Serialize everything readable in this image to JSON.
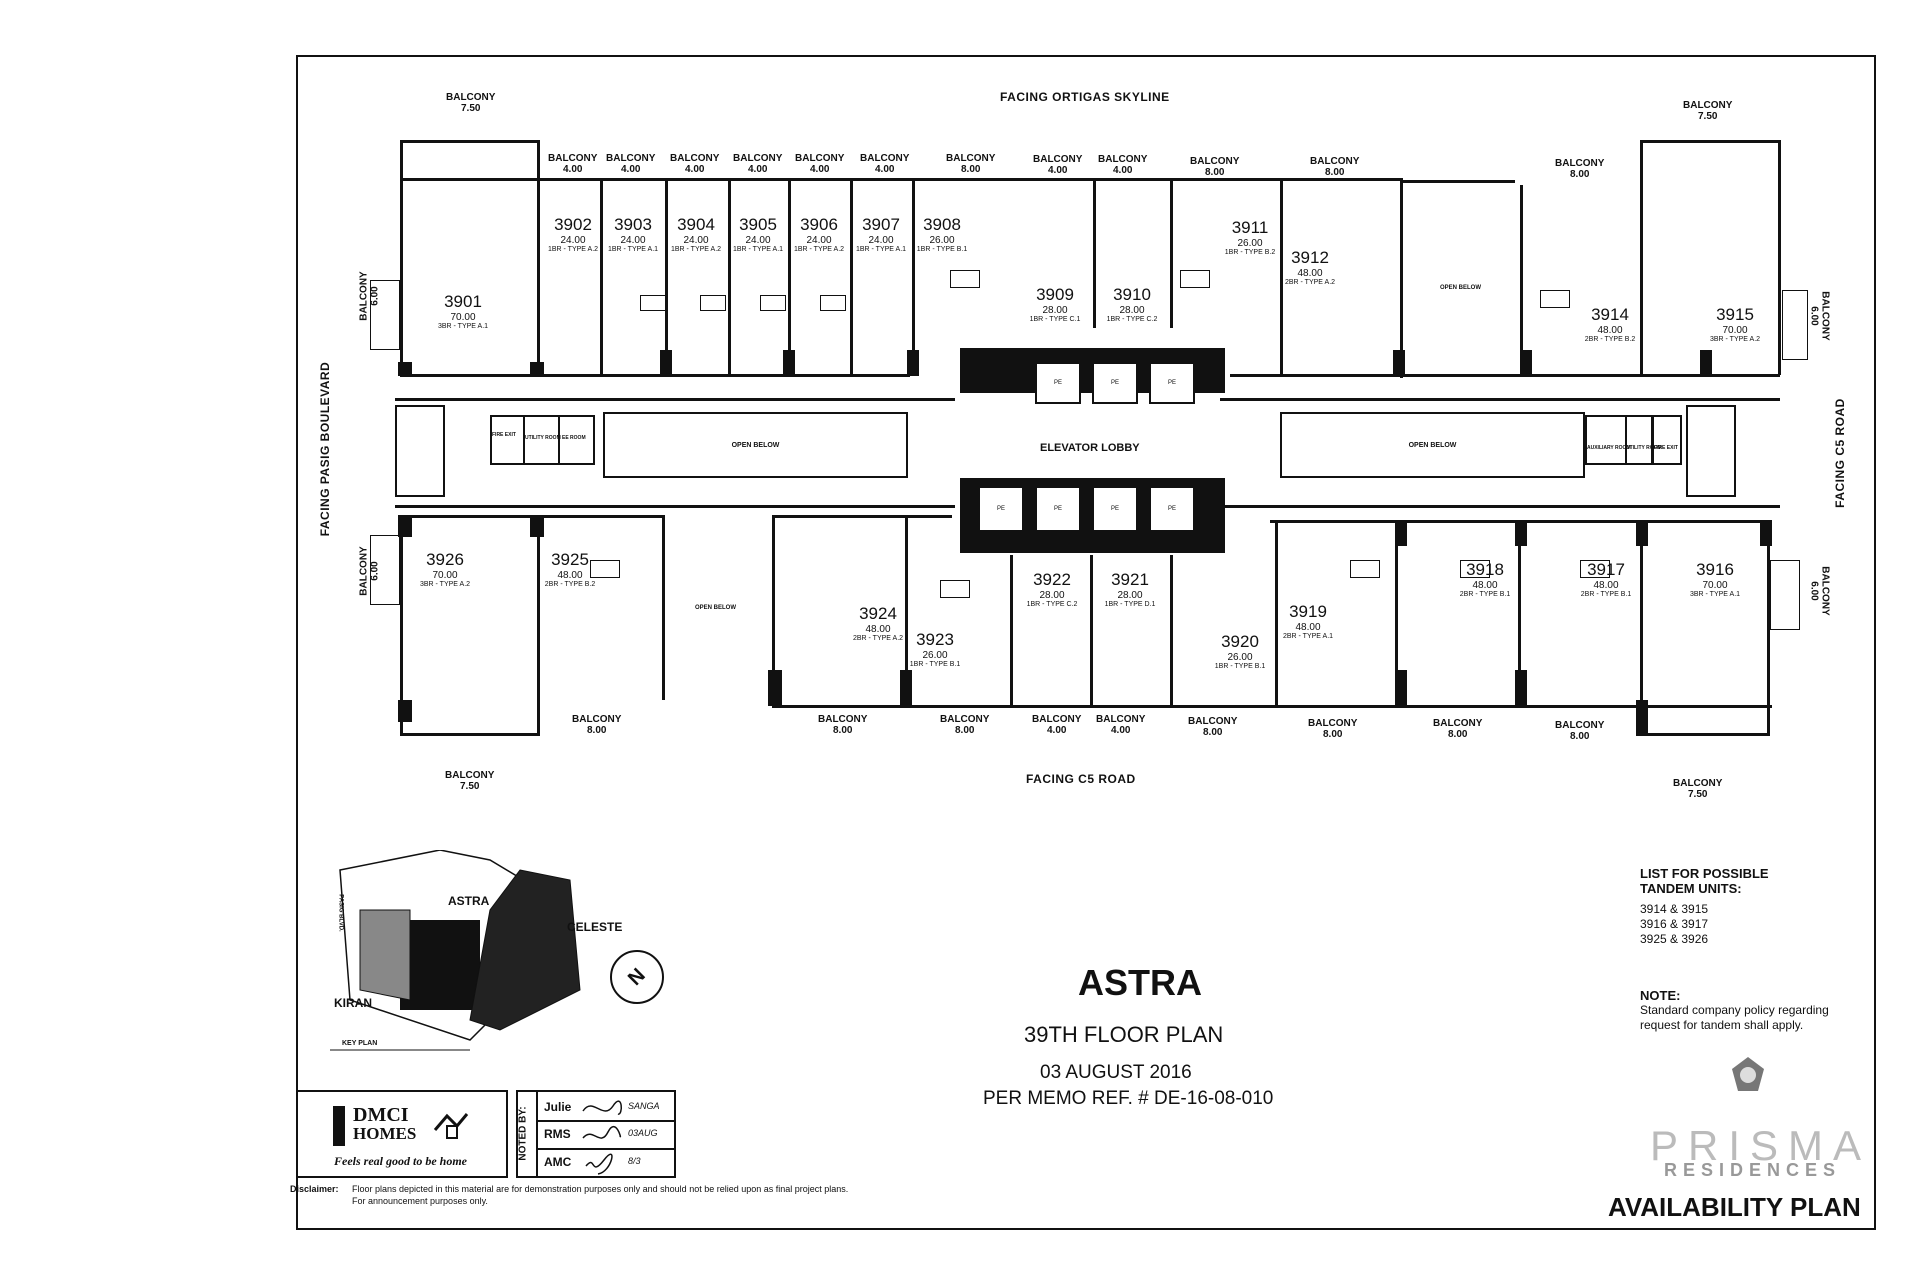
{
  "plan": {
    "facing_top": "FACING ORTIGAS SKYLINE",
    "facing_bottom": "FACING C5 ROAD",
    "facing_left": "FACING PASIG BOULEVARD",
    "facing_right": "FACING C5 ROAD",
    "elevator_lobby": "ELEVATOR LOBBY",
    "open_below": "OPEN BELOW",
    "balconies": {
      "tl_top": [
        "BALCONY",
        "7.50"
      ],
      "tl_left": [
        "BALCONY",
        "6.00"
      ],
      "top_3902": [
        "BALCONY",
        "4.00"
      ],
      "top_3903": [
        "BALCONY",
        "4.00"
      ],
      "top_3904": [
        "BALCONY",
        "4.00"
      ],
      "top_3905": [
        "BALCONY",
        "4.00"
      ],
      "top_3906": [
        "BALCONY",
        "4.00"
      ],
      "top_3907": [
        "BALCONY",
        "4.00"
      ],
      "top_3908": [
        "BALCONY",
        "8.00"
      ],
      "top_3909": [
        "BALCONY",
        "4.00"
      ],
      "top_3910": [
        "BALCONY",
        "4.00"
      ],
      "top_3911": [
        "BALCONY",
        "8.00"
      ],
      "top_3912": [
        "BALCONY",
        "8.00"
      ],
      "top_3914": [
        "BALCONY",
        "8.00"
      ],
      "tr_top": [
        "BALCONY",
        "7.50"
      ],
      "tr_right": [
        "BALCONY",
        "6.00"
      ],
      "bl_left": [
        "BALCONY",
        "6.00"
      ],
      "bl_3925": [
        "BALCONY",
        "8.00"
      ],
      "bl_bottom": [
        "BALCONY",
        "7.50"
      ],
      "bot_3924": [
        "BALCONY",
        "8.00"
      ],
      "bot_3923": [
        "BALCONY",
        "8.00"
      ],
      "bot_3922": [
        "BALCONY",
        "4.00"
      ],
      "bot_3921": [
        "BALCONY",
        "4.00"
      ],
      "bot_3920": [
        "BALCONY",
        "8.00"
      ],
      "bot_3919": [
        "BALCONY",
        "8.00"
      ],
      "bot_3918": [
        "BALCONY",
        "8.00"
      ],
      "bot_3917": [
        "BALCONY",
        "8.00"
      ],
      "br_right": [
        "BALCONY",
        "6.00"
      ],
      "br_bottom": [
        "BALCONY",
        "7.50"
      ]
    },
    "units": [
      {
        "no": "3901",
        "area": "70.00",
        "type": "3BR - TYPE A.1"
      },
      {
        "no": "3902",
        "area": "24.00",
        "type": "1BR - TYPE A.2"
      },
      {
        "no": "3903",
        "area": "24.00",
        "type": "1BR - TYPE A.1"
      },
      {
        "no": "3904",
        "area": "24.00",
        "type": "1BR - TYPE A.2"
      },
      {
        "no": "3905",
        "area": "24.00",
        "type": "1BR - TYPE A.1"
      },
      {
        "no": "3906",
        "area": "24.00",
        "type": "1BR - TYPE A.2"
      },
      {
        "no": "3907",
        "area": "24.00",
        "type": "1BR - TYPE A.1"
      },
      {
        "no": "3908",
        "area": "26.00",
        "type": "1BR - TYPE B.1"
      },
      {
        "no": "3909",
        "area": "28.00",
        "type": "1BR - TYPE C.1"
      },
      {
        "no": "3910",
        "area": "28.00",
        "type": "1BR - TYPE C.2"
      },
      {
        "no": "3911",
        "area": "26.00",
        "type": "1BR - TYPE B.2"
      },
      {
        "no": "3912",
        "area": "48.00",
        "type": "2BR - TYPE A.2"
      },
      {
        "no": "3914",
        "area": "48.00",
        "type": "2BR - TYPE B.2"
      },
      {
        "no": "3915",
        "area": "70.00",
        "type": "3BR - TYPE A.2"
      },
      {
        "no": "3916",
        "area": "70.00",
        "type": "3BR - TYPE A.1"
      },
      {
        "no": "3917",
        "area": "48.00",
        "type": "2BR - TYPE B.1"
      },
      {
        "no": "3918",
        "area": "48.00",
        "type": "2BR - TYPE B.1"
      },
      {
        "no": "3919",
        "area": "48.00",
        "type": "2BR - TYPE A.1"
      },
      {
        "no": "3920",
        "area": "26.00",
        "type": "1BR - TYPE B.1"
      },
      {
        "no": "3921",
        "area": "28.00",
        "type": "1BR - TYPE D.1"
      },
      {
        "no": "3922",
        "area": "28.00",
        "type": "1BR - TYPE C.2"
      },
      {
        "no": "3923",
        "area": "26.00",
        "type": "1BR - TYPE B.1"
      },
      {
        "no": "3924",
        "area": "48.00",
        "type": "2BR - TYPE A.2"
      },
      {
        "no": "3925",
        "area": "48.00",
        "type": "2BR - TYPE B.2"
      },
      {
        "no": "3926",
        "area": "70.00",
        "type": "3BR - TYPE A.2"
      }
    ],
    "rooms": {
      "fire_exit": "FIRE EXIT",
      "utility_room": "UTILITY ROOM",
      "ee_room": "EE ROOM",
      "auxiliary_room": "AUXILIARY ROOM",
      "pe": "PE"
    }
  },
  "key_plan": {
    "astra": "ASTRA",
    "celeste": "CELESTE",
    "kiran": "KIRAN",
    "caption": "KEY PLAN",
    "north": "N",
    "road": "PASIG BLVD."
  },
  "title": {
    "name": "ASTRA",
    "subtitle": "39TH FLOOR PLAN",
    "date": "03 AUGUST 2016",
    "memo": "PER MEMO REF. # DE-16-08-010"
  },
  "tandem": {
    "heading": "LIST FOR POSSIBLE TANDEM UNITS:",
    "items": [
      "3914 & 3915",
      "3916 & 3917",
      "3925 & 3926"
    ]
  },
  "note": {
    "heading": "NOTE:",
    "text": "Standard company policy regarding request for tandem shall apply."
  },
  "brand": {
    "dmci_line1": "DMCI",
    "dmci_line2": "HOMES",
    "tagline": "Feels real good to be home",
    "prisma": "PRISMA",
    "residences": "RESIDENCES"
  },
  "noted_by": {
    "label": "NOTED BY:",
    "rows": [
      {
        "name": "Julie",
        "initials": "SANGA"
      },
      {
        "name": "RMS",
        "initials": "03AUG"
      },
      {
        "name": "AMC",
        "initials": "8/3"
      }
    ]
  },
  "disclaimer": {
    "label": "Disclaimer:",
    "line1": "Floor plans depicted in this material are for demonstration purposes only and should not be relied upon as final project plans.",
    "line2": "For announcement purposes only."
  },
  "footer": {
    "availability": "AVAILABILITY PLAN"
  }
}
